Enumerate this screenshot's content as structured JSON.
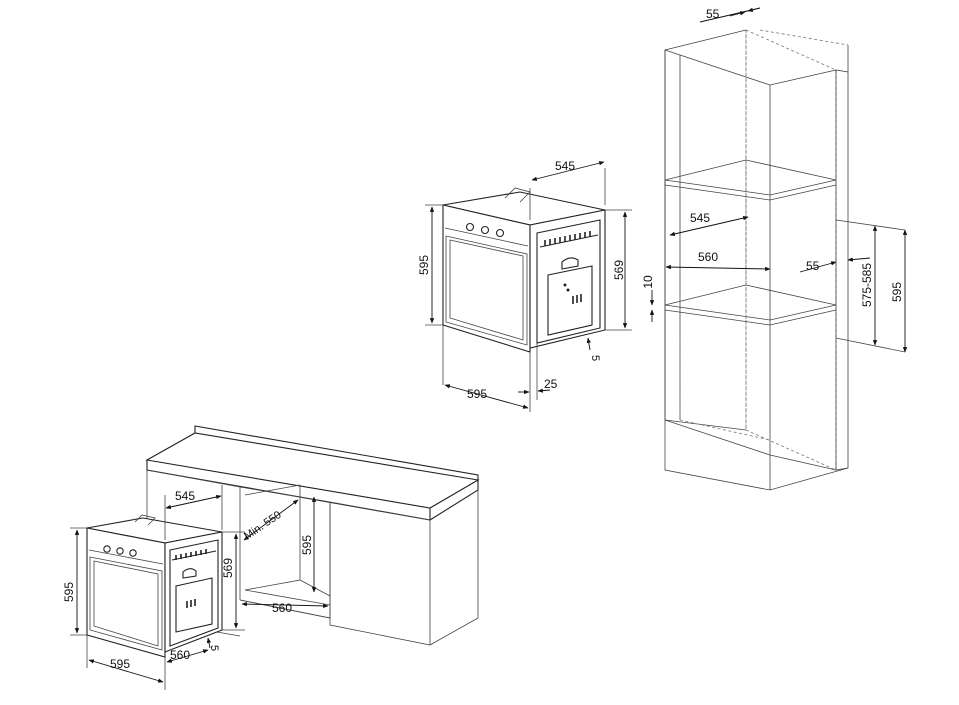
{
  "dimensions": {
    "column": {
      "top_gap": "55",
      "depth": "545",
      "width": "560",
      "side_gap": "55",
      "spacer": "10",
      "opening_height": "575-585",
      "total_height": "595"
    },
    "oven": {
      "depth": "545",
      "height": "595",
      "side_height": "569",
      "width": "595",
      "front_offset": "25",
      "small_gap": "5"
    },
    "undercounter": {
      "depth": "545",
      "min_depth": "Min. 550",
      "opening_height": "595",
      "opening_width": "560",
      "oven_height": "595",
      "side_height": "569",
      "oven_width": "595",
      "side_depth": "560",
      "small_gap": "5"
    }
  },
  "colors": {
    "line": "#222222",
    "dashed": "#777777",
    "background": "#ffffff"
  }
}
